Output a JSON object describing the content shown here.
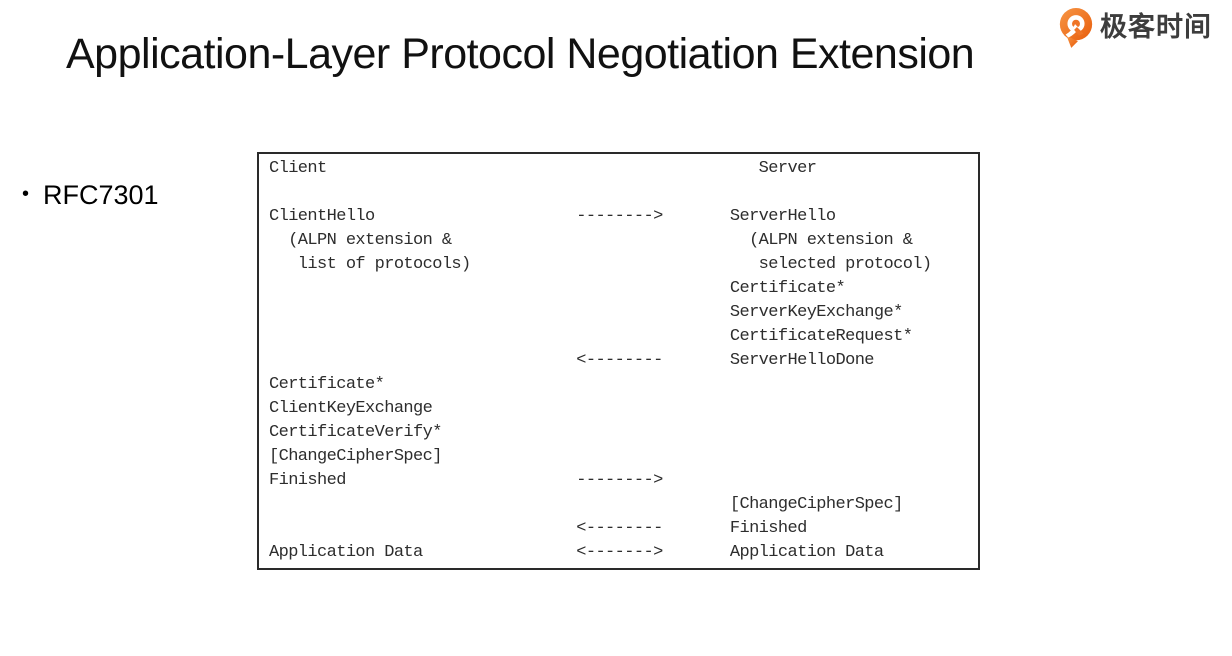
{
  "brand": {
    "text": "极客时间",
    "orange": "#ee7624",
    "text_color": "#3d3d3d"
  },
  "header": {
    "title": "Application-Layer Protocol Negotiation Extension"
  },
  "content": {
    "bullet_char": "•",
    "bullet_text": "RFC7301"
  },
  "diagram": {
    "type": "ascii-sequence-diagram",
    "left_actor": "Client",
    "right_actor": "Server",
    "border_color": "#2a2a2a",
    "text_color": "#2d2d2d",
    "arrows": {
      "right": "-------->",
      "left": "<--------",
      "both": "<------->"
    },
    "lines": [
      "Client                                             Server",
      "",
      "ClientHello                     -------->       ServerHello",
      "  (ALPN extension &                               (ALPN extension &",
      "   list of protocols)                              selected protocol)",
      "                                                Certificate*",
      "                                                ServerKeyExchange*",
      "                                                CertificateRequest*",
      "                                <--------       ServerHelloDone",
      "Certificate*",
      "ClientKeyExchange",
      "CertificateVerify*",
      "[ChangeCipherSpec]",
      "Finished                        -------->",
      "                                                [ChangeCipherSpec]",
      "                                <--------       Finished",
      "Application Data                <------->       Application Data"
    ]
  }
}
